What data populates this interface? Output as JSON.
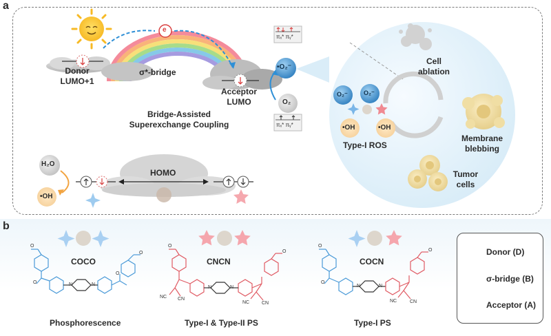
{
  "panel_a": {
    "label": "a",
    "donor": "Donor",
    "donor_orbital": "LUMO+1",
    "bridge": "σ*-bridge",
    "acceptor": "Acceptor",
    "acceptor_orbital": "LUMO",
    "electron": "e",
    "coupling_line1": "Bridge-Assisted",
    "coupling_line2": "Superexchange Coupling",
    "homo": "HOMO",
    "h2o": "H₂O",
    "oh": "•OH",
    "superoxide": "•O₂⁻",
    "o2": "O₂",
    "pi_upper": "πₓ* πᵧ*",
    "pi_lower": "πₓ* πᵧ*",
    "cell_ablation_1": "Cell",
    "cell_ablation_2": "ablation",
    "membrane_1": "Membrane",
    "membrane_2": "blebbing",
    "tumor_1": "Tumor",
    "tumor_2": "cells",
    "type_i_ros": "Type-I ROS",
    "ros_o2_a": "O₂⁻",
    "ros_o2_b": "O₂⁻",
    "ros_oh_a": "•OH",
    "ros_oh_b": "•OH"
  },
  "panel_b": {
    "label": "b",
    "molecules": [
      {
        "name": "COCO",
        "caption": "Phosphorescence"
      },
      {
        "name": "CNCN",
        "caption": "Type-I & Type-II PS"
      },
      {
        "name": "COCN",
        "caption": "Type-I PS"
      }
    ],
    "legend": {
      "donor": "Donor (D)",
      "bridge": "σ-bridge (B)",
      "acceptor": "Acceptor (A)"
    },
    "atoms": {
      "o": "O",
      "n": "N",
      "cn": "CN",
      "nc": "NC"
    }
  },
  "colors": {
    "donor_blue": "#7ab6e8",
    "acceptor_pink": "#f08a92",
    "bridge_beige": "#ddd6cc",
    "arrow_blue": "#2e8fd6",
    "cloud_gray": "#c9c9c9"
  }
}
